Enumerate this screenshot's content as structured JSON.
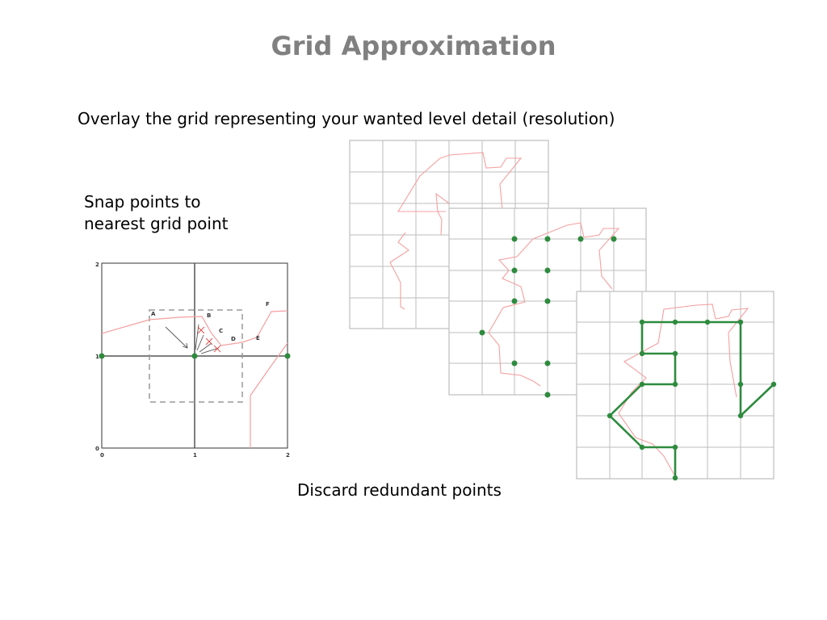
{
  "title": "Grid Approximation",
  "texts": {
    "overlay": "Overlay the grid representing your wanted level detail (resolution)",
    "snap_line1": "Snap points to",
    "snap_line2": "nearest grid point",
    "discard": "Discard redundant points"
  },
  "snap_diagram": {
    "axis_labels": {
      "y_top": "2",
      "y_mid": "1",
      "y_bottom": "0",
      "x_left": "0",
      "x_mid": "1",
      "x_right": "2"
    },
    "point_labels": {
      "a": "A",
      "b": "B",
      "c": "C",
      "d": "D",
      "e": "E",
      "f": "F"
    }
  },
  "colors": {
    "title": "#808080",
    "grid": "#bdbdbd",
    "outline": "#f4a0a0",
    "snapped_point": "#2e8b3e",
    "approx_line": "#2e8b3e",
    "cross_mark": "#e05050"
  }
}
